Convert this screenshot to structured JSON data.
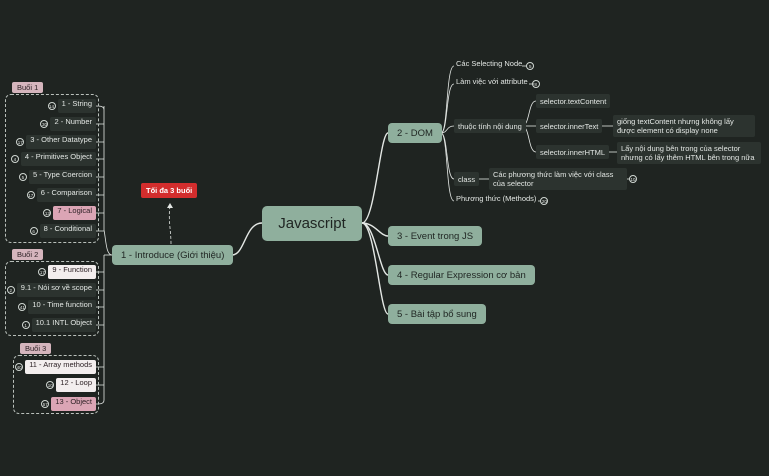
{
  "root": "Javascript",
  "callout": "Tối đa 3 buổi",
  "main": {
    "intro": "1 - Introduce (Giới thiệu)",
    "dom": "2 - DOM",
    "event": "3 - Event trong JS",
    "regex": "4 - Regular Expression cơ bản",
    "extra": "5 - Bài tập bổ sung"
  },
  "groups": {
    "g1": "Buổi 1",
    "g2": "Buổi 2",
    "g3": "Buổi 3"
  },
  "intro_items": [
    {
      "label": "1 - String",
      "count": "14"
    },
    {
      "label": "2 - Number",
      "count": "30"
    },
    {
      "label": "3 - Other Datatype",
      "count": "17"
    },
    {
      "label": "4 - Primitives Object",
      "count": "4"
    },
    {
      "label": "5 - Type Coercion",
      "count": "5"
    },
    {
      "label": "6 - Comparison",
      "count": "17"
    },
    {
      "label": "7 - Logical",
      "count": "13"
    },
    {
      "label": "8 - Conditional",
      "count": "6"
    },
    {
      "label": "9 - Function",
      "count": "17"
    },
    {
      "label": "9.1 - Nói sơ về scope",
      "count": "2"
    },
    {
      "label": "10 - Time function",
      "count": "41"
    },
    {
      "label": "10.1 INTL Object",
      "count": "1"
    },
    {
      "label": "11 - Array methods",
      "count": "40"
    },
    {
      "label": "12 - Loop",
      "count": "10"
    },
    {
      "label": "13 - Object",
      "count": "57"
    }
  ],
  "dom": {
    "selecting": {
      "label": "Các Selecting Node",
      "count": "5"
    },
    "attribute": {
      "label": "Làm việc với attribute",
      "count": "8"
    },
    "content": "thuộc tính nội dung",
    "textcontent": "selector.textContent",
    "innertext": "selector.innerText",
    "innertext_note": "giống textContent nhưng không lấy được element có display none",
    "innerhtml": "selector.innerHTML",
    "innerhtml_note": "Lấy nội dung bên trong của selector nhưng có lấy thêm HTML bên trong nữa",
    "class": "class",
    "class_note": {
      "label": "Các phương thức làm việc với class của selector",
      "count": "10"
    },
    "methods": {
      "label": "Phương thức (Methods)",
      "count": "20"
    }
  }
}
